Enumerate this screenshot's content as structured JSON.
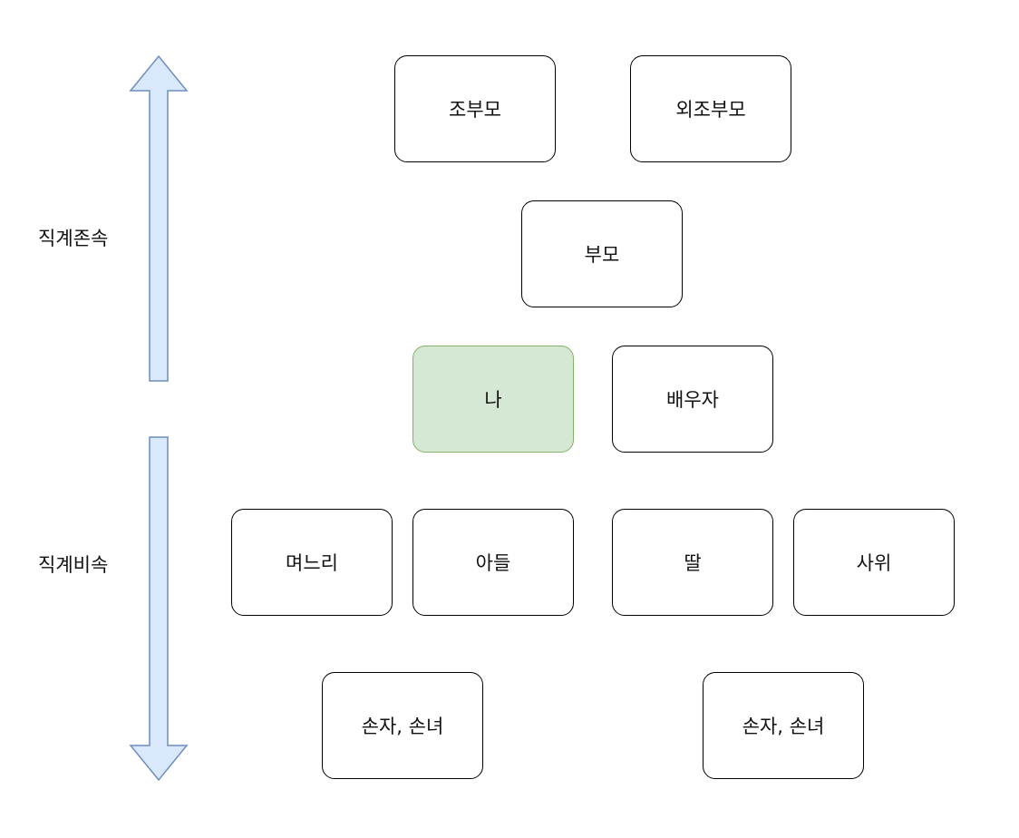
{
  "labels": {
    "ascendant": "직계존속",
    "descendant": "직계비속"
  },
  "nodes": {
    "grandparents": "조부모",
    "maternal_grandparents": "외조부모",
    "parents": "부모",
    "me": "나",
    "spouse": "배우자",
    "daughter_in_law": "며느리",
    "son": "아들",
    "daughter": "딸",
    "son_in_law": "사위",
    "grandchildren_left": "손자, 손녀",
    "grandchildren_right": "손자, 손녀"
  },
  "colors": {
    "arrow_fill": "#dae8fc",
    "arrow_stroke": "#6c8ebf",
    "highlight_fill": "#d5e8d4",
    "highlight_stroke": "#82b366"
  }
}
